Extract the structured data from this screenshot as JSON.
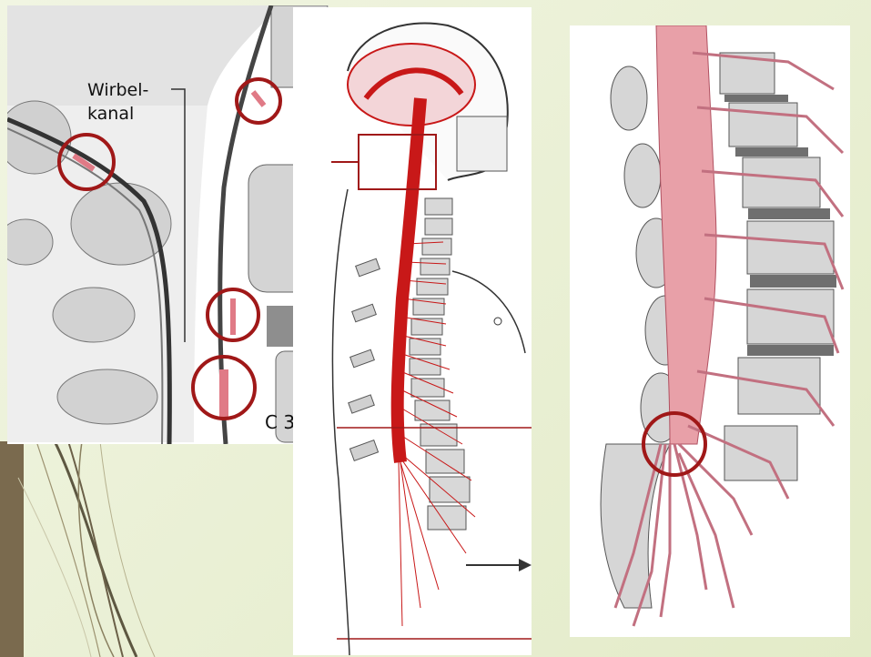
{
  "labels": {
    "spinal_canal_line1": "Wirbel-",
    "spinal_canal_line2": "kanal",
    "vertebra": "C 3"
  },
  "colors": {
    "slide_background": "#e9efd6",
    "accent_bar": "#7a6a4e",
    "spinal_cord": "#c81818",
    "nerve_pink": "#e8a0a8",
    "circle_marker": "#a01818",
    "bone": "#d9d9d9"
  },
  "icons": {
    "arrow": "right-arrow-icon"
  }
}
